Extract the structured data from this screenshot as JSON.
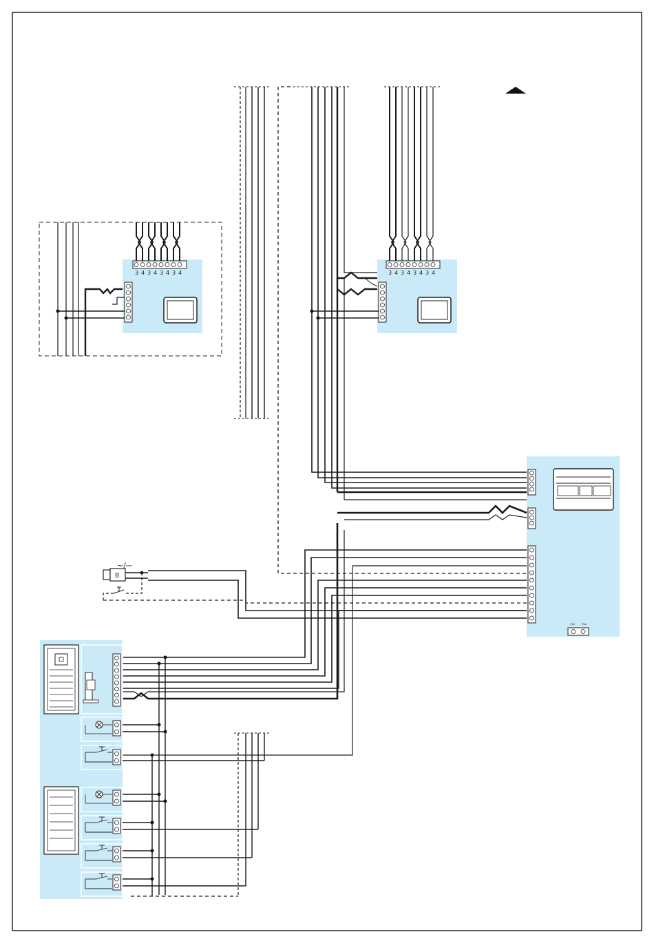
{
  "colors": {
    "panel": "#cbeaf8",
    "wire": "#1a1a1a",
    "frame": "#222222",
    "background": "#ffffff"
  },
  "upper_monitor": {
    "terminal_numbers": [
      "3",
      "4",
      "3",
      "4",
      "3",
      "4",
      "3",
      "4"
    ]
  },
  "lower_left_monitor": {
    "terminal_numbers": [
      "3",
      "4",
      "3",
      "4",
      "3",
      "4",
      "3",
      "4"
    ]
  },
  "lock": {
    "label": "B",
    "supply_symbol": "~/⎓"
  },
  "power_supply": {
    "ac_symbols": [
      "~",
      "~"
    ]
  },
  "icons": [
    "up-arrow-icon",
    "monitor-icon",
    "power-supply-icon",
    "entrance-panel-icon",
    "audio-module-icon",
    "lamp-icon",
    "pushbutton-icon",
    "electric-lock-icon"
  ]
}
